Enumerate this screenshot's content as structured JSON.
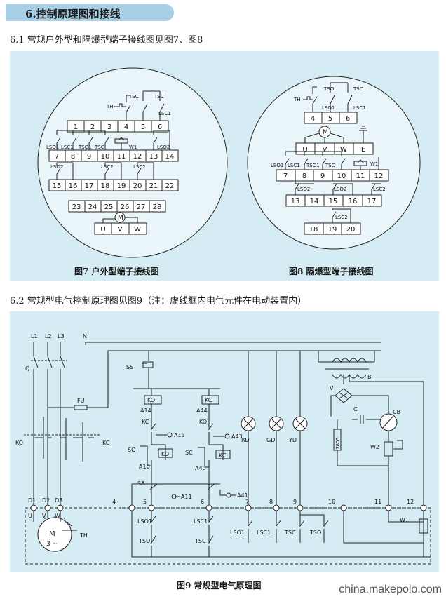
{
  "header": {
    "title": "6.控制原理图和接线"
  },
  "section_61": {
    "text": "6.1 常规户外型和隔爆型端子接线图见图7、图8"
  },
  "section_62": {
    "text": "6.2 常规型电气控制原理图见图9（注：虚线框内电气元件在电动装置内）"
  },
  "fig7": {
    "caption": "图7 户外型端子接线图",
    "row1": [
      "1",
      "2",
      "3",
      "4",
      "5",
      "6"
    ],
    "row2": [
      "7",
      "8",
      "9",
      "10",
      "11",
      "12",
      "13",
      "14"
    ],
    "row3": [
      "15",
      "16",
      "17",
      "18",
      "19",
      "20",
      "21",
      "22"
    ],
    "row4": [
      "23",
      "24",
      "25",
      "26",
      "27",
      "28"
    ],
    "motor_terms": [
      "U",
      "V",
      "W"
    ],
    "labels": {
      "th": "TH",
      "tsc": "TSC",
      "tsc2": "TSC",
      "lsc1": "LSC1",
      "lso1": "LSO1",
      "lsc1b": "LSC1",
      "tso1": "TSO1",
      "tsc3": "TSC",
      "w1": "W1",
      "lso2": "LSO2",
      "lso2b": "LSO2",
      "lsc2": "LSC2",
      "lsc2b": "LSC2",
      "m": "M"
    }
  },
  "fig8": {
    "caption": "图8 隔爆型端子接线图",
    "row_top": [
      "4",
      "5",
      "6"
    ],
    "row_motor": [
      "U",
      "V",
      "W",
      "E"
    ],
    "row2": [
      "7",
      "8",
      "9",
      "10",
      "11",
      "12"
    ],
    "row3": [
      "13",
      "14",
      "15",
      "16",
      "17"
    ],
    "row4": [
      "18",
      "19",
      "20"
    ],
    "labels": {
      "th": "TH",
      "tso": "TSO",
      "tsc": "TSC",
      "lso1": "LSO1",
      "lsc1": "LSC1",
      "lso1b": "LSO1",
      "lsc1b": "LSC1",
      "tso1": "TSO1",
      "tsc2": "TSC",
      "w1": "W1",
      "lso2": "LSO2",
      "lso2b": "LSO2",
      "lsc2": "LSC2",
      "lsc2b": "LSC2",
      "m": "M"
    }
  },
  "fig9": {
    "caption": "图9 常规型电气原理图",
    "labels": {
      "l1": "L1",
      "l2": "L2",
      "l3": "L3",
      "n": "N",
      "q": "Q",
      "fu": "FU",
      "ko_left": "KO",
      "kc_left": "KC",
      "ss": "SS",
      "ko_coil": "KO",
      "kc_coil": "KC",
      "a14": "A14",
      "a44": "A44",
      "kc1": "KC",
      "ko1": "KO",
      "a13": "A13",
      "a43": "A43",
      "so": "SO",
      "sc": "SC",
      "ko2": "KO",
      "kc2": "KC",
      "a10": "A10",
      "a40": "A40",
      "sa": "SA",
      "a11": "A11",
      "a41": "A41",
      "rd": "RD",
      "gd": "GD",
      "yd": "YD",
      "v": "V",
      "b": "B",
      "c": "C",
      "cb": "CB",
      "reg": "7805",
      "w2": "W2",
      "d1": "D1",
      "d2": "D2",
      "d3": "D3",
      "u": "U",
      "vv": "V",
      "w": "W",
      "m": "M",
      "m3": "3 ~",
      "th": "TH",
      "t4": "4",
      "t5": "5",
      "t6": "6",
      "t7": "7",
      "t8": "8",
      "t9": "9",
      "t10": "10",
      "t11": "11",
      "t12": "12",
      "lso1": "LSO1",
      "lsc1": "LSC1",
      "tso": "TSO",
      "tsc": "TSC",
      "lso1b": "LSO1",
      "lsc1b": "LSC1",
      "tscb": "TSC",
      "tsob": "TSO",
      "w1": "W1"
    }
  },
  "watermark": {
    "text": "china.makepolo.com"
  }
}
